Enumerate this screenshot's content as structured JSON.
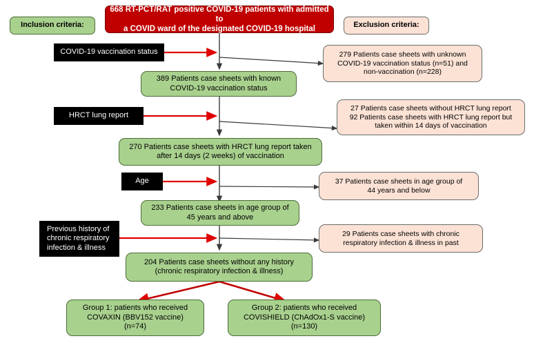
{
  "diagram": {
    "title_box": {
      "text": "668 RT-PCT/RAT positive COVID-19 patients with admitted to\na COVID ward of the designated COVID-19 hospital",
      "color": "#c00000"
    },
    "legend": {
      "inclusion_label": "Inclusion criteria:",
      "exclusion_label": "Exclusion criteria:",
      "inclusion_color": "#a9d18e",
      "exclusion_color": "#fbe2d5"
    },
    "criteria_nodes": [
      {
        "id": "criteria-vaccination-status",
        "text": "COVID-19 vaccination status"
      },
      {
        "id": "criteria-hrct-lung-report",
        "text": "HRCT lung report"
      },
      {
        "id": "criteria-age",
        "text": "Age"
      },
      {
        "id": "criteria-previous-history",
        "text": "Previous history of\nchronic respiratory\ninfection & illness"
      }
    ],
    "included_nodes": [
      {
        "id": "included-known-vaccination",
        "text": "389 Patients case sheets with known\nCOVID-19 vaccination status"
      },
      {
        "id": "included-hrct-after-14-days",
        "text": "270 Patients case sheets with HRCT lung report taken\nafter 14 days (2 weeks) of vaccination"
      },
      {
        "id": "included-age-45-above",
        "text": "233 Patients case sheets in age group of\n45 years and above"
      },
      {
        "id": "included-no-history",
        "text": "204 Patients case sheets without any history\n(chronic respiratory infection & illness)"
      }
    ],
    "excluded_nodes": [
      {
        "id": "excluded-unknown-vaccination",
        "text": "279 Patients case sheets with unknown\nCOVID-19 vaccination status (n=51) and\nnon-vaccination (n=228)"
      },
      {
        "id": "excluded-hrct-missing-or-early",
        "text": "27 Patients case sheets without HRCT lung report\n92 Patients case sheets with HRCT lung report but\ntaken within 14 days of vaccination"
      },
      {
        "id": "excluded-age-44-below",
        "text": "37 Patients case sheets in age group of\n44 years and below"
      },
      {
        "id": "excluded-chronic-history",
        "text": "29 Patients case sheets with chronic\nrespiratory infection & illness in past"
      }
    ],
    "group_nodes": [
      {
        "id": "group-1-covaxin",
        "text": "Group 1: patients who received\nCOVAXIN (BBV152 vaccine)\n(n=74)"
      },
      {
        "id": "group-2-covishield",
        "text": "Group 2: patients who received\nCOVISHIELD (ChAdOx1-S vaccine)\n(n=130)"
      }
    ],
    "colors": {
      "red_arrow": "#e00000",
      "black_arrow": "#3a3a3a",
      "green_fill": "#a9d18e",
      "peach_fill": "#fbe2d5",
      "black_fill": "#000000"
    }
  }
}
